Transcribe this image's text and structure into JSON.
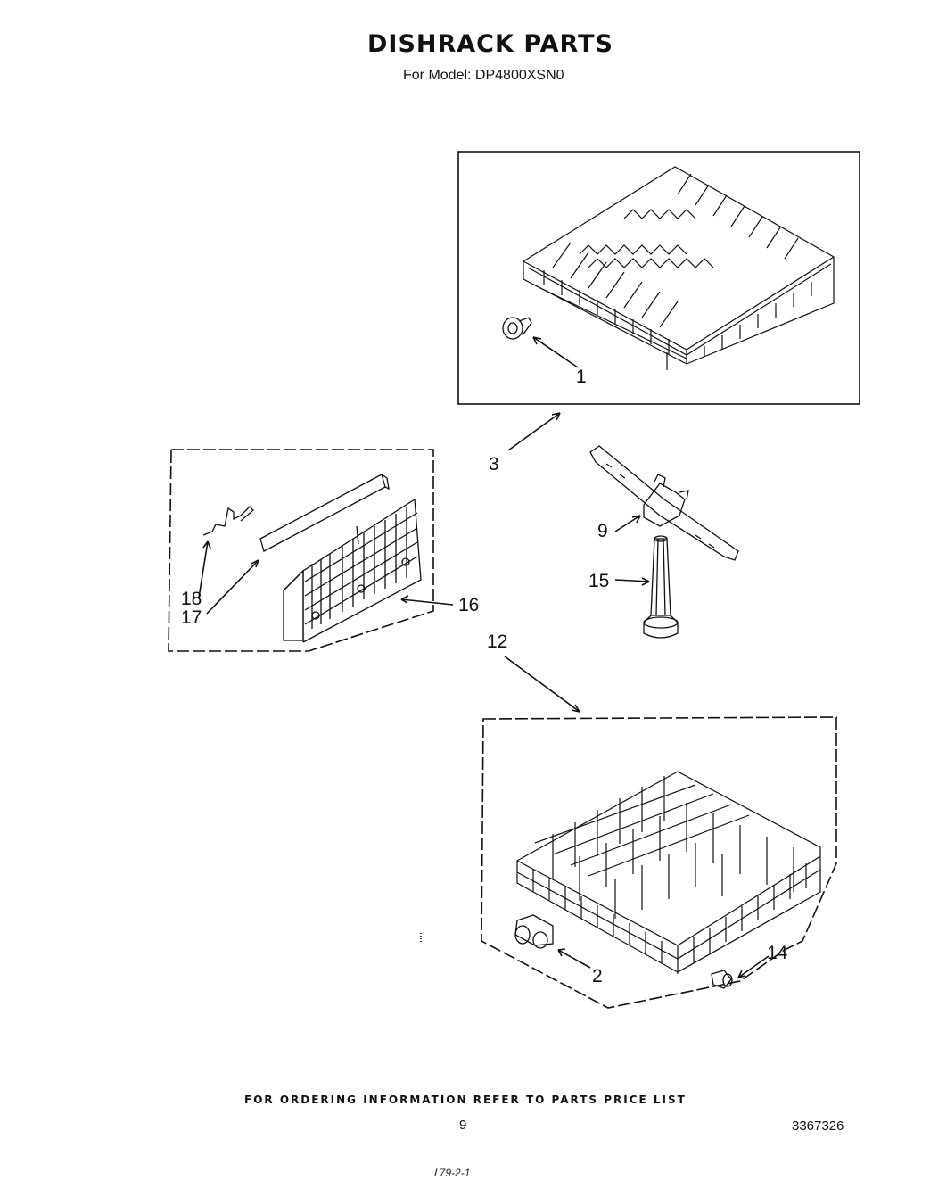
{
  "header": {
    "title": "DISHRACK PARTS",
    "model_line": "For Model: DP4800XSN0"
  },
  "callouts": {
    "c1": "1",
    "c2": "2",
    "c3": "3",
    "c9": "9",
    "c12": "12",
    "c14": "14",
    "c15": "15",
    "c16": "16",
    "c17": "17",
    "c18": "18"
  },
  "footer": {
    "ordering_note": "FOR ORDERING INFORMATION REFER TO PARTS PRICE LIST",
    "page_number": "9",
    "document_number": "3367326"
  },
  "marks": {
    "bottom_scribble": "ᒪ79-2-1"
  }
}
